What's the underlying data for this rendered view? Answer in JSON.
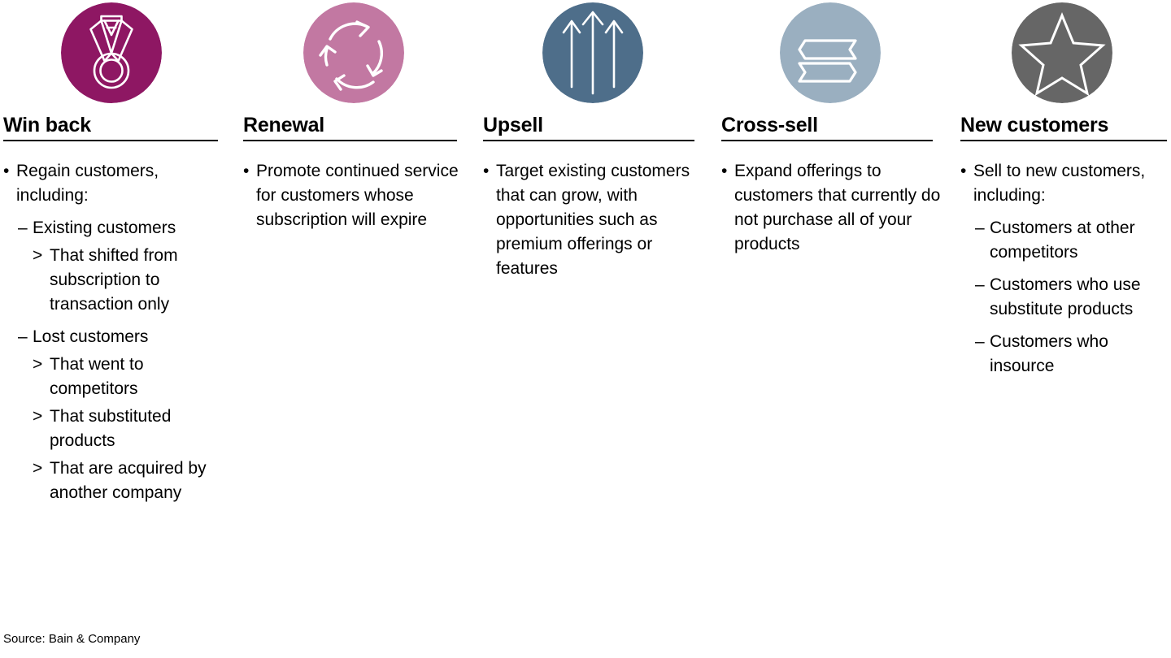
{
  "source": {
    "label": "Source: Bain & Company"
  },
  "colors": {
    "win_back": "#8E1763",
    "renewal": "#C278A2",
    "upsell": "#4E6E8A",
    "cross_sell": "#9AAFC0",
    "new_customers": "#666666",
    "text": "#000000",
    "rule": "#000000",
    "icon_stroke": "#FFFFFF"
  },
  "columns": [
    {
      "id": "win-back",
      "title": "Win back",
      "icon": "medal-icon",
      "color": "#8E1763",
      "bullets": [
        {
          "level": 1,
          "marker": "•",
          "text": "Regain customers, including:"
        },
        {
          "level": 2,
          "marker": "–",
          "text": "Existing customers"
        },
        {
          "level": 3,
          "marker": ">",
          "text": "That shifted from subscription to transaction only"
        },
        {
          "level": 2,
          "marker": "–",
          "text": "Lost customers"
        },
        {
          "level": 3,
          "marker": ">",
          "text": "That went to competitors"
        },
        {
          "level": 3,
          "marker": ">",
          "text": "That substituted products"
        },
        {
          "level": 3,
          "marker": ">",
          "text": "That are acquired by another company"
        }
      ]
    },
    {
      "id": "renewal",
      "title": "Renewal",
      "icon": "cycle-arrows-icon",
      "color": "#C278A2",
      "bullets": [
        {
          "level": 1,
          "marker": "•",
          "text": "Promote continued service for customers whose subscription will expire"
        }
      ]
    },
    {
      "id": "upsell",
      "title": "Upsell",
      "icon": "up-arrows-icon",
      "color": "#4E6E8A",
      "bullets": [
        {
          "level": 1,
          "marker": "•",
          "text": "Target existing customers that can grow, with opportunities such as premium offerings or features"
        }
      ]
    },
    {
      "id": "cross-sell",
      "title": "Cross-sell",
      "icon": "double-ribbon-icon",
      "color": "#9AAFC0",
      "bullets": [
        {
          "level": 1,
          "marker": "•",
          "text": "Expand offerings to customers that currently do not purchase all of your products"
        }
      ]
    },
    {
      "id": "new-customers",
      "title": "New customers",
      "icon": "star-icon",
      "color": "#666666",
      "bullets": [
        {
          "level": 1,
          "marker": "•",
          "text": "Sell to new customers, including:"
        },
        {
          "level": 2,
          "marker": "–",
          "text": "Customers at other competitors"
        },
        {
          "level": 2,
          "marker": "–",
          "text": "Customers who use substitute products"
        },
        {
          "level": 2,
          "marker": "–",
          "text": "Customers who insource"
        }
      ]
    }
  ]
}
